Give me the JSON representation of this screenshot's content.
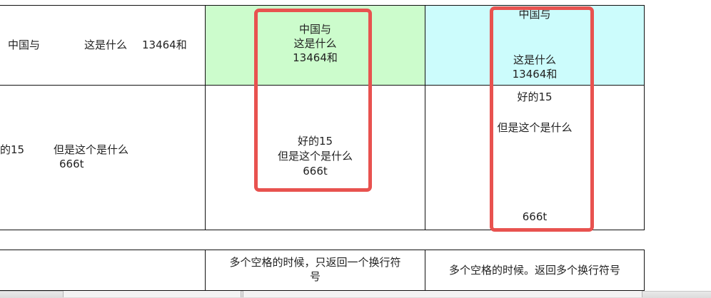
{
  "row1": {
    "col1": {
      "part1": "中国与",
      "part2": "这是什么",
      "part3": "13464和"
    },
    "col2": {
      "line1": "中国与",
      "line2": "这是什么",
      "line3": "13464和"
    },
    "col3": {
      "line1": "中国与",
      "line2": "这是什么",
      "line3": "13464和"
    }
  },
  "row2": {
    "col1": {
      "part1": "的15",
      "part2": "但是这个是什么",
      "part3": "666t"
    },
    "col2": {
      "line1": "好的15",
      "line2": "但是这个是什么",
      "line3": "666t"
    },
    "col3": {
      "line1": "好的15",
      "line2": "但是这个是什么",
      "line3": "666t"
    }
  },
  "row3": {
    "col1": "",
    "col2_line1": "多个空格的时候，只返回一个换行符",
    "col2_line2": "号",
    "col3": "多个空格的时候。返回多个换行符号"
  },
  "colors": {
    "green_fill": "#ccfccc",
    "cyan_fill": "#ccfcfc",
    "highlight_red": "#e8524f"
  }
}
